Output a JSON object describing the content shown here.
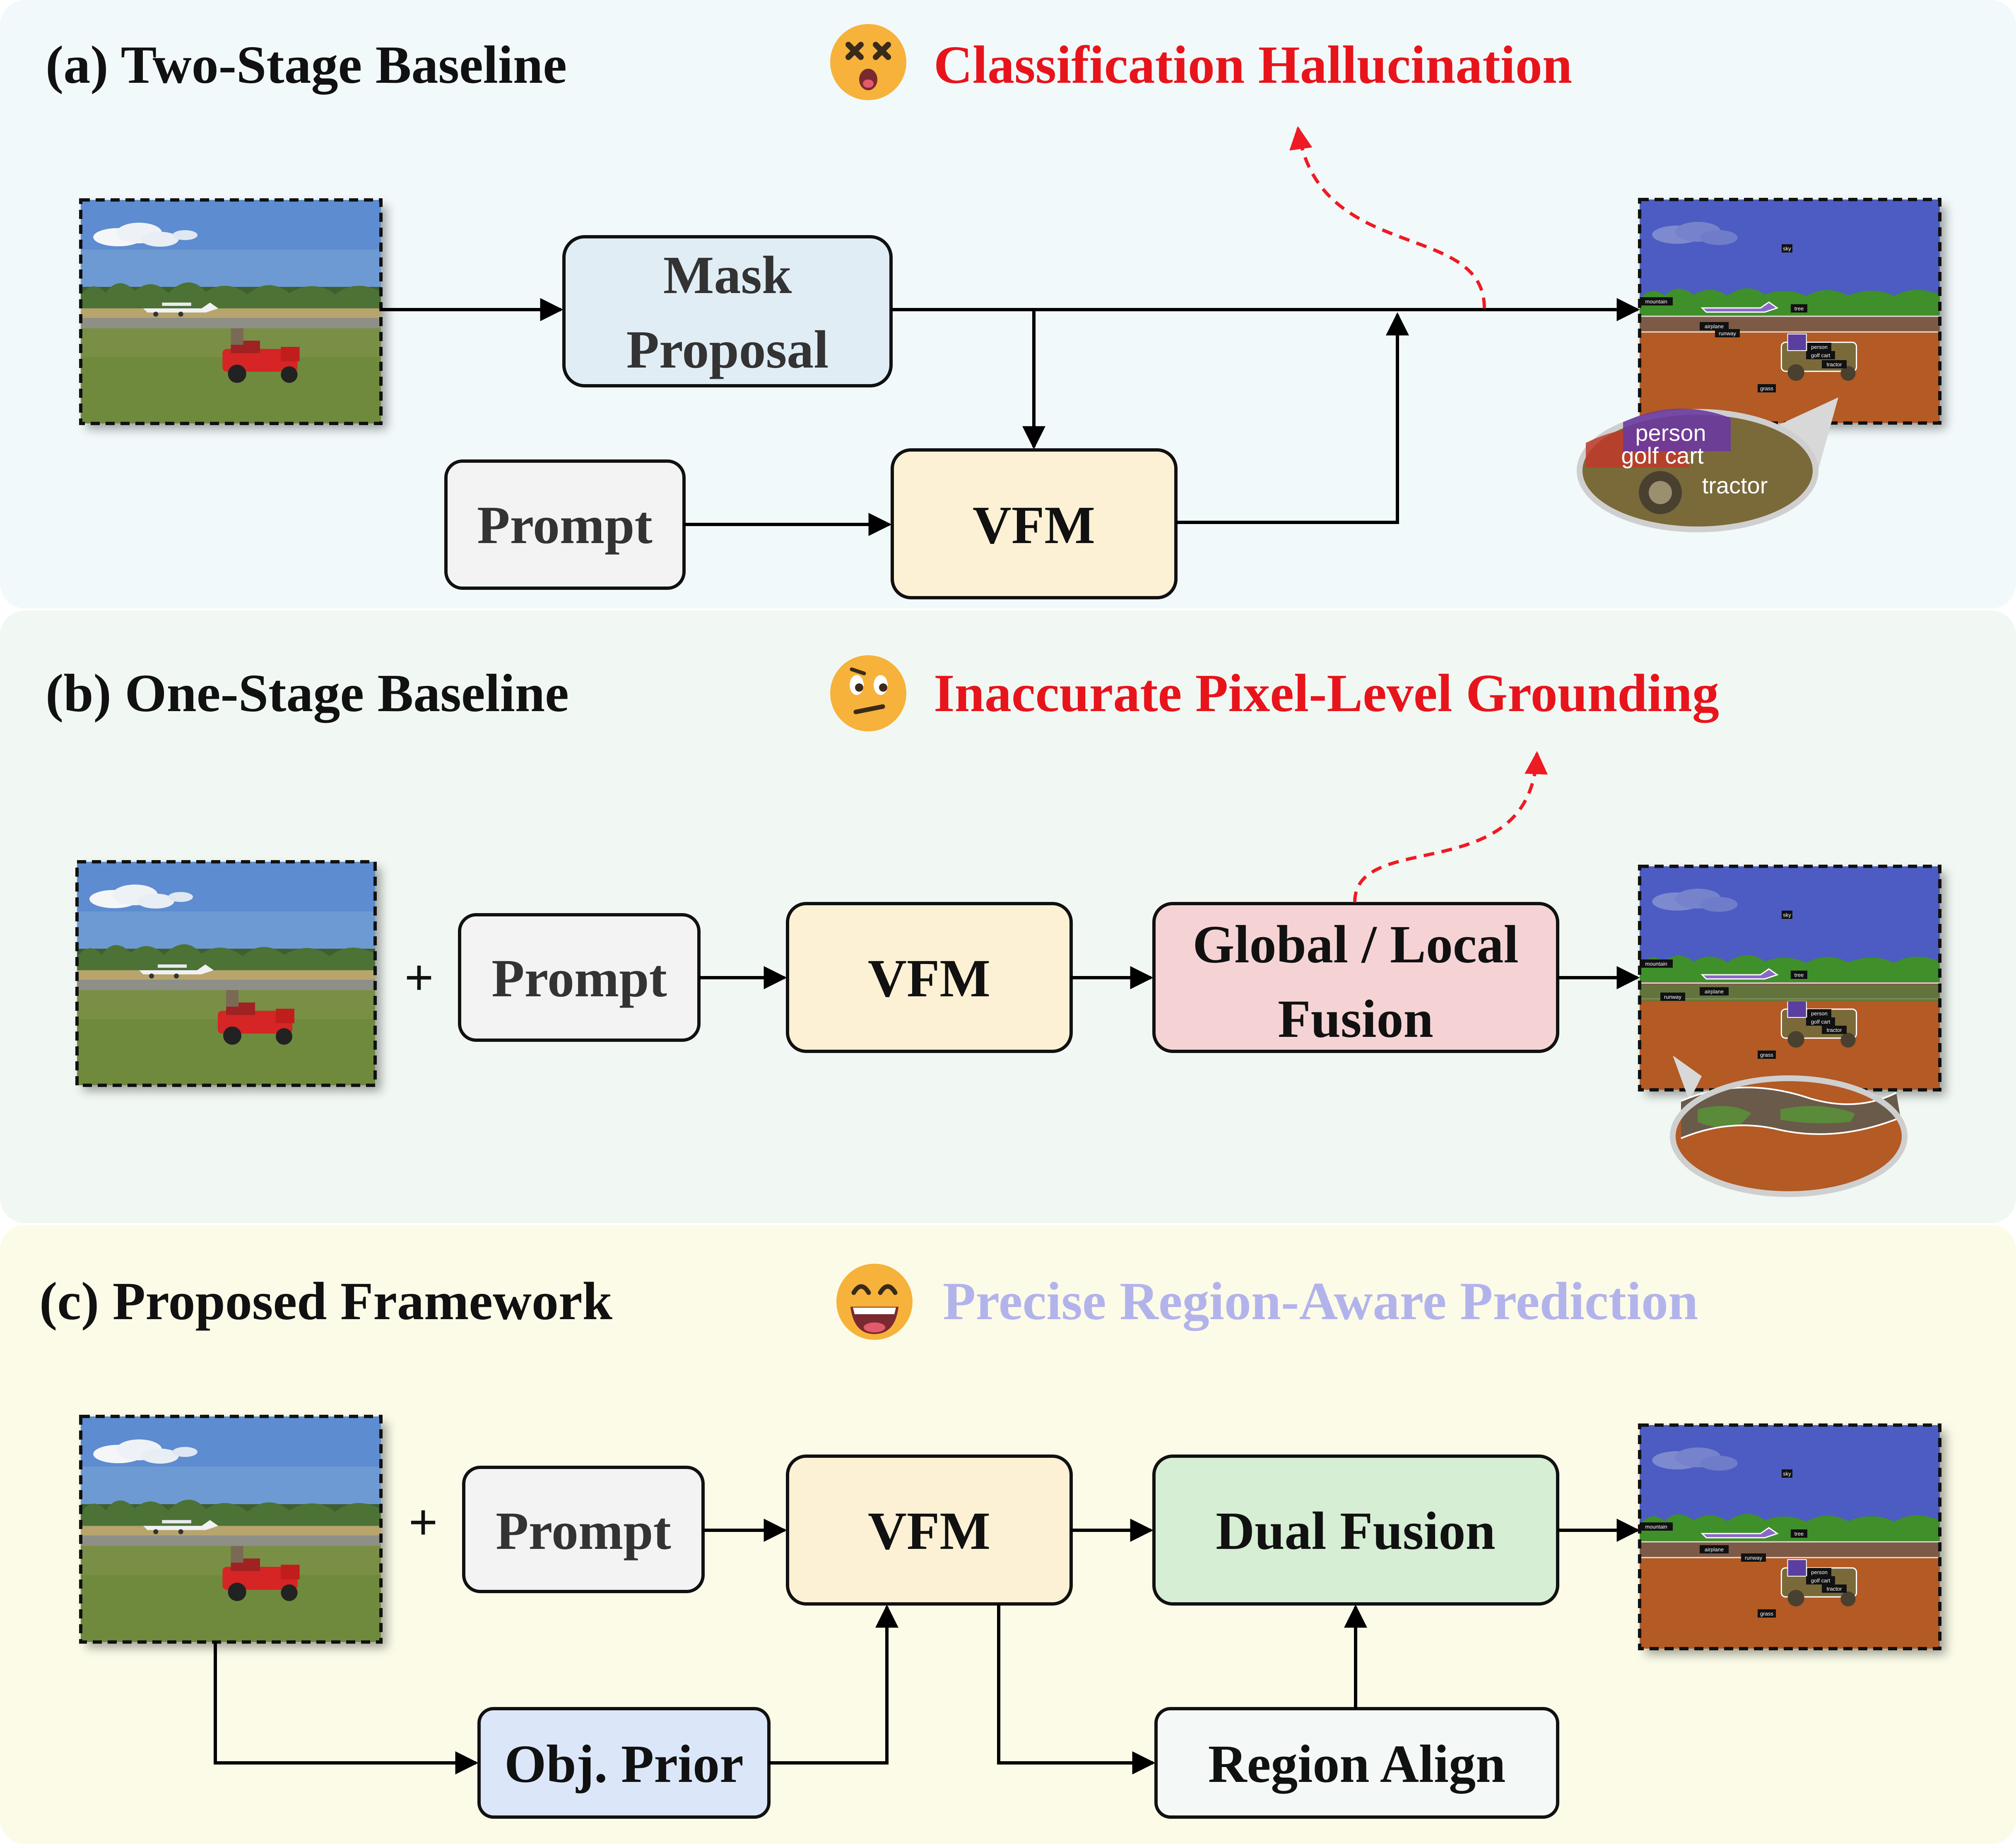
{
  "panels": {
    "a": {
      "title": "(a) Two-Stage Baseline",
      "status": "Classification Hallucination",
      "status_color": "#e8141c",
      "emoji": "dizzy-face",
      "boxes": {
        "mask_proposal_line1": "Mask",
        "mask_proposal_line2": "Proposal",
        "prompt": "Prompt",
        "vfm": "VFM"
      },
      "zoom_labels": [
        "person",
        "golf cart",
        "tractor"
      ]
    },
    "b": {
      "title": "(b) One-Stage Baseline",
      "status": "Inaccurate Pixel-Level Grounding",
      "status_color": "#e8141c",
      "emoji": "confused-face",
      "plus": "+",
      "boxes": {
        "prompt": "Prompt",
        "vfm": "VFM",
        "fusion_line1": "Global / Local",
        "fusion_line2": "Fusion"
      }
    },
    "c": {
      "title": "(c) Proposed Framework",
      "status": "Precise Region-Aware Prediction",
      "status_color": "#b3b3ec",
      "emoji": "grinning-face",
      "plus": "+",
      "boxes": {
        "prompt": "Prompt",
        "vfm": "VFM",
        "dual_fusion": "Dual Fusion",
        "obj_prior": "Obj. Prior",
        "region_align": "Region Align"
      }
    }
  },
  "seg_labels": {
    "sky": "sky",
    "mountain": "mountain",
    "airplane": "airplane",
    "tree": "tree",
    "runway": "runway",
    "person": "person",
    "golf_cart": "golf cart",
    "tractor": "tractor",
    "grass": "grass"
  },
  "colors": {
    "panel_a_bg": "#f2f9fa",
    "panel_b_bg": "#f1f8f3",
    "panel_c_bg": "#fbfbe8",
    "mask_proposal_fill": "#e1edf5",
    "prompt_fill": "#f3f3f3",
    "vfm_fill": "#fcf1d4",
    "fusion_fill": "#f5d3d4",
    "dual_fusion_fill": "#d6eed4",
    "obj_prior_fill": "#dbe7f8",
    "region_align_fill": "#f4f8f6"
  }
}
